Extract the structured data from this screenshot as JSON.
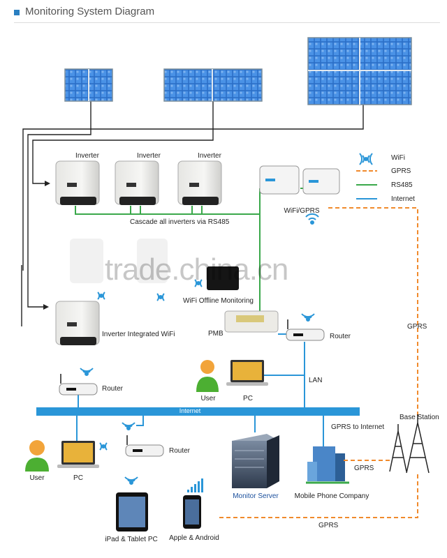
{
  "header": {
    "title": "Monitoring System Diagram"
  },
  "legend": [
    {
      "label": "WiFi",
      "icon": "wifi-icon"
    },
    {
      "label": "GPRS",
      "color": "#f08a2c"
    },
    {
      "label": "RS485",
      "color": "#3aa84a"
    },
    {
      "label": "Internet",
      "color": "#2a96d8"
    }
  ],
  "labels": {
    "inverter1": "Inverter",
    "inverter2": "Inverter",
    "inverter3": "Inverter",
    "wifi_gprs": "WiFi/GPRS",
    "cascade": "Cascade all inverters via RS485",
    "wifi_offline": "WiFi Offline Monitoring",
    "integrated_wifi": "Inverter Integrated WiFi",
    "pmb": "PMB",
    "router_top": "Router",
    "lan": "LAN",
    "user1": "User",
    "pc1": "PC",
    "router_left": "Router",
    "internet": "Internet",
    "gprs_internet": "GPRS to Internet",
    "base_station": "Base Station",
    "gprs_right": "GPRS",
    "gprs_mid": "GPRS",
    "gprs_bottom": "GPRS",
    "user2": "User",
    "pc2": "PC",
    "router_mid": "Router",
    "monitor_server": "Monitor Server",
    "mobile_company": "Mobile Phone Company",
    "ipad": "iPad & Tablet PC",
    "apple": "Apple & Android"
  },
  "watermark": "trade.china.cn",
  "colors": {
    "gprs": "#f08a2c",
    "rs485": "#3aa84a",
    "internet": "#2a96d8",
    "dc": "#222222"
  }
}
